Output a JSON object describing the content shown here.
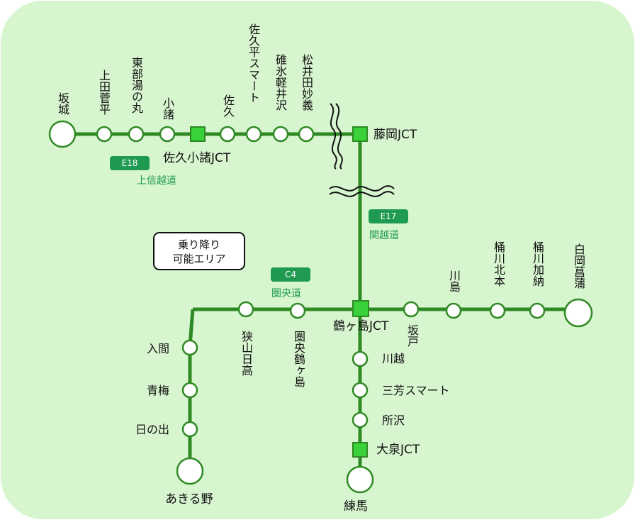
{
  "colors": {
    "background": "#d7f5cf",
    "line": "#2f8a24",
    "jct": "#39d23a",
    "badge": "#1e9a52"
  },
  "legend": {
    "line1": "乗り降り",
    "line2": "可能エリア"
  },
  "roads": {
    "e18": {
      "code": "E18",
      "name": "上信越道"
    },
    "e17": {
      "code": "E17",
      "name": "関越道"
    },
    "c4": {
      "code": "C4",
      "name": "圏央道"
    }
  },
  "stations": {
    "sakaki": "坂城",
    "ueda": "上田菅平",
    "tobu": "東部湯の丸",
    "komoro": "小諸",
    "saku_komoro_jct": "佐久小諸JCT",
    "saku": "佐久",
    "saku_daira": "佐久平スマート",
    "usui": "碓氷軽井沢",
    "matsuida": "松井田妙義",
    "fujioka_jct": "藤岡JCT",
    "tsurugashima_jct": "鶴ヶ島JCT",
    "kawajima": "川島",
    "okegawa_kita": "桶川北本",
    "okegawa_kano": "桶川加納",
    "shiraoka": "白岡菖蒲",
    "sakado": "坂戸",
    "sayama": "狭山日高",
    "kenou_tsuru": "圏央鶴ヶ島",
    "iruma": "入間",
    "ome": "青梅",
    "hinode": "日の出",
    "akiruno": "あきる野",
    "kawagoe": "川越",
    "miyoshi": "三芳スマート",
    "tokorozawa": "所沢",
    "oizumi_jct": "大泉JCT",
    "nerima": "練馬"
  }
}
